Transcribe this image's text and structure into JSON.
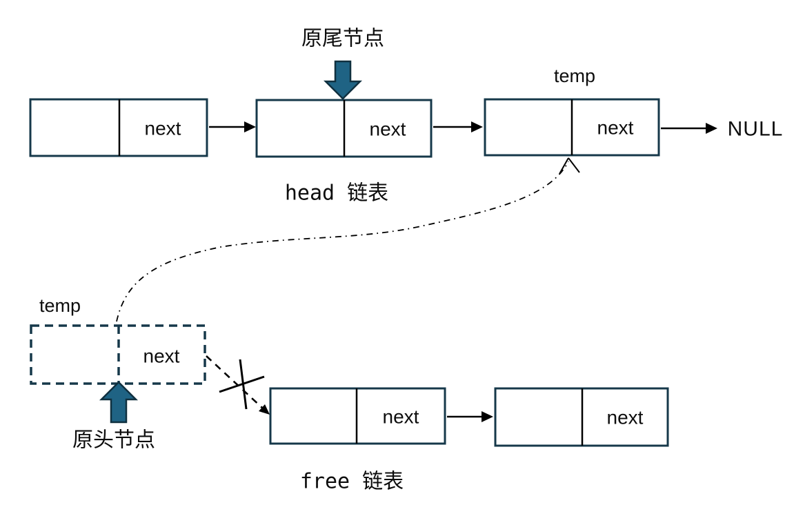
{
  "diagram": {
    "title_context": "linked list node move diagram",
    "colors": {
      "box_border": "#16384a",
      "divider": "#000000",
      "arrow": "#000000",
      "blue_arrow_fill": "#1f6384",
      "blue_arrow_outline": "#10303f",
      "text": "#0d0d0d",
      "background": "#ffffff"
    },
    "labels": {
      "next": "next",
      "null": "NULL",
      "temp_top": "temp",
      "temp_bottom": "temp",
      "original_tail": "原尾节点",
      "original_head": "原头节点",
      "head_list": "head 链表",
      "free_list": "free 链表"
    },
    "lists": {
      "head_list": {
        "caption": "head 链表",
        "nodes": [
          {
            "name": "head-node-1",
            "fields": [
              "",
              "next"
            ]
          },
          {
            "name": "head-node-2",
            "fields": [
              "",
              "next"
            ],
            "pointed_by": "原尾节点"
          },
          {
            "name": "head-node-3",
            "fields": [
              "",
              "next"
            ],
            "label_above": "temp",
            "next_points_to": "NULL"
          }
        ]
      },
      "temp_node": {
        "caption": "temp",
        "style": "dashed",
        "fields": [
          "",
          "next"
        ],
        "pointed_by": "原头节点",
        "next_new_target": "head-node-3 (dash-dot arrow)",
        "next_old_target": "free-node-1 (dashed arrow, crossed out)"
      },
      "free_list": {
        "caption": "free 链表",
        "nodes": [
          {
            "name": "free-node-1",
            "fields": [
              "",
              "next"
            ]
          },
          {
            "name": "free-node-2",
            "fields": [
              "",
              "next"
            ]
          }
        ]
      }
    }
  }
}
